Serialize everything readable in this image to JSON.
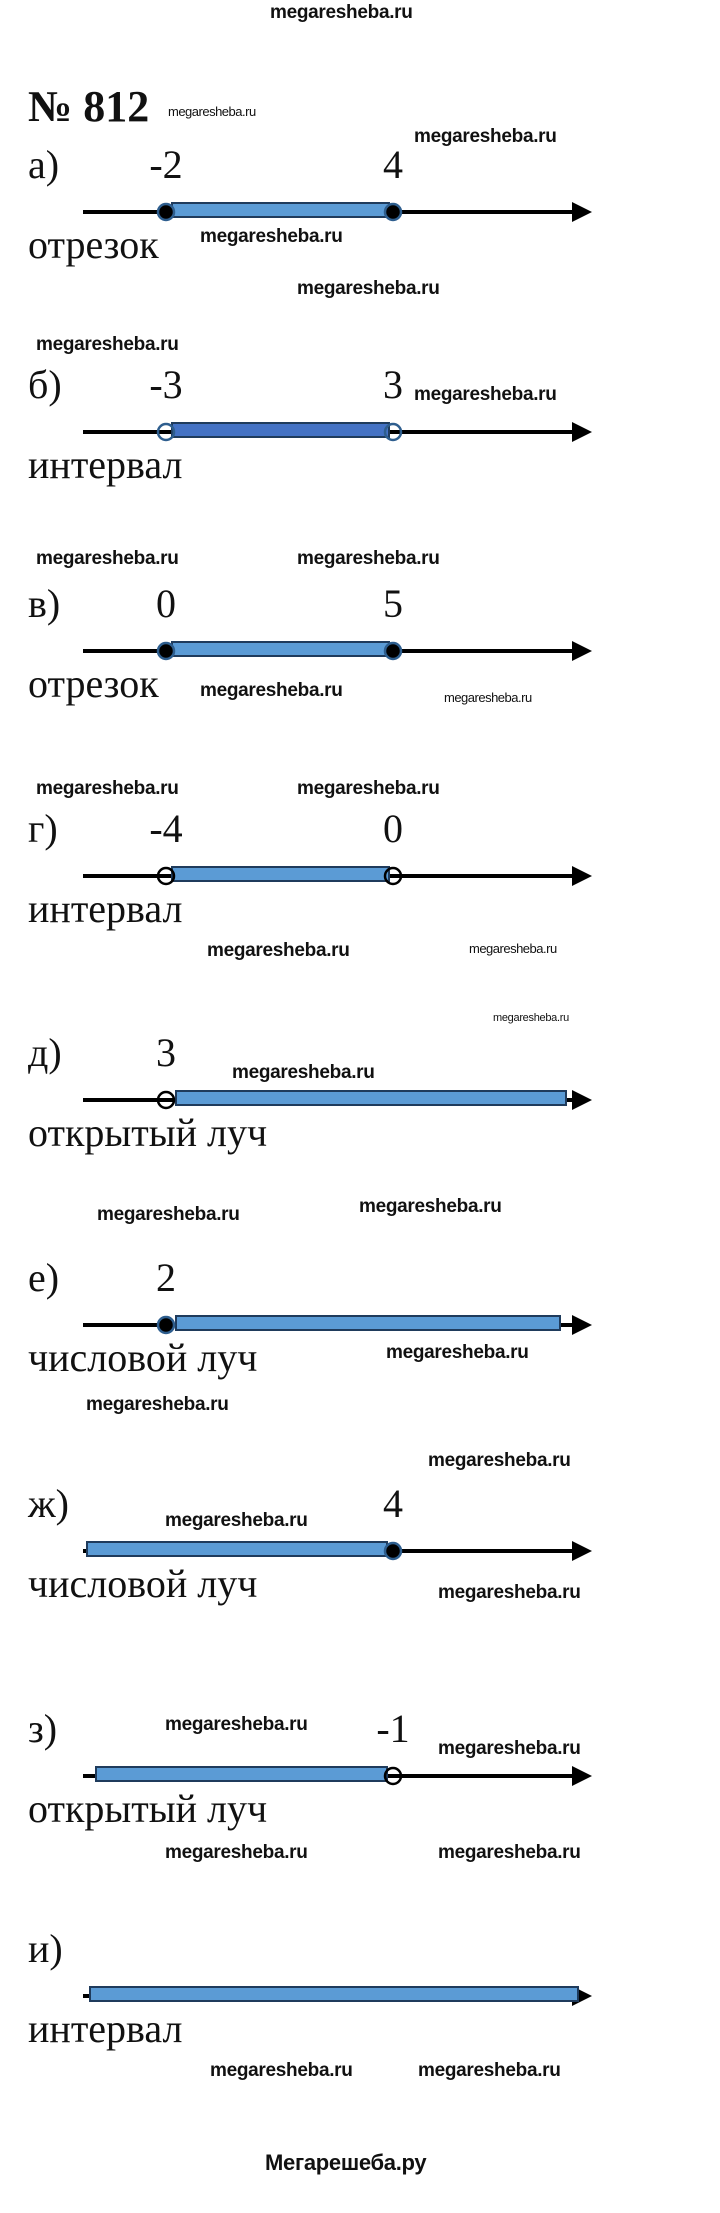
{
  "header_watermark": "megaresheba.ru",
  "footer_watermark": "Мегарешеба.ру",
  "title": "№ 812",
  "watermark_text": "megaresheba.ru",
  "colors": {
    "bar": "#5b9bd5",
    "bar_dark": "#4472c4",
    "outline": "#1f3b5c",
    "axis": "#000000"
  },
  "rows": [
    {
      "label": "а)",
      "desc": "отрезок",
      "kind": "segment",
      "bar": "#5b9bd5",
      "points": [
        {
          "slot": "left",
          "text": "-2",
          "filled": true
        },
        {
          "slot": "right",
          "text": "4",
          "filled": true
        }
      ]
    },
    {
      "label": "б)",
      "desc": "интервал",
      "kind": "segment",
      "bar": "#4472c4",
      "points": [
        {
          "slot": "left",
          "text": "-3",
          "filled": false
        },
        {
          "slot": "right",
          "text": "3",
          "filled": false
        }
      ]
    },
    {
      "label": "в)",
      "desc": "отрезок",
      "kind": "segment",
      "bar": "#5b9bd5",
      "points": [
        {
          "slot": "left",
          "text": "0",
          "filled": true
        },
        {
          "slot": "right",
          "text": "5",
          "filled": true
        }
      ]
    },
    {
      "label": "г)",
      "desc": "интервал",
      "kind": "segment",
      "bar": "#5b9bd5",
      "points": [
        {
          "slot": "left",
          "text": "-4",
          "filled": false
        },
        {
          "slot": "right",
          "text": "0",
          "filled": false
        }
      ]
    },
    {
      "label": "д)",
      "desc": "открытый луч",
      "kind": "ray-right",
      "bar": "#5b9bd5",
      "points": [
        {
          "slot": "left",
          "text": "3",
          "filled": false
        }
      ]
    },
    {
      "label": "е)",
      "desc": "числовой луч",
      "kind": "ray-right",
      "bar": "#5b9bd5",
      "points": [
        {
          "slot": "left",
          "text": "2",
          "filled": true
        }
      ]
    },
    {
      "label": "ж)",
      "desc": "числовой луч",
      "kind": "ray-left",
      "bar": "#5b9bd5",
      "points": [
        {
          "slot": "right",
          "text": "4",
          "filled": true
        }
      ]
    },
    {
      "label": "з)",
      "desc": "открытый луч",
      "kind": "ray-left",
      "bar": "#5b9bd5",
      "points": [
        {
          "slot": "right",
          "text": "-1",
          "filled": false
        }
      ]
    },
    {
      "label": "и)",
      "desc": "интервал",
      "kind": "line",
      "bar": "#5b9bd5",
      "points": []
    }
  ]
}
